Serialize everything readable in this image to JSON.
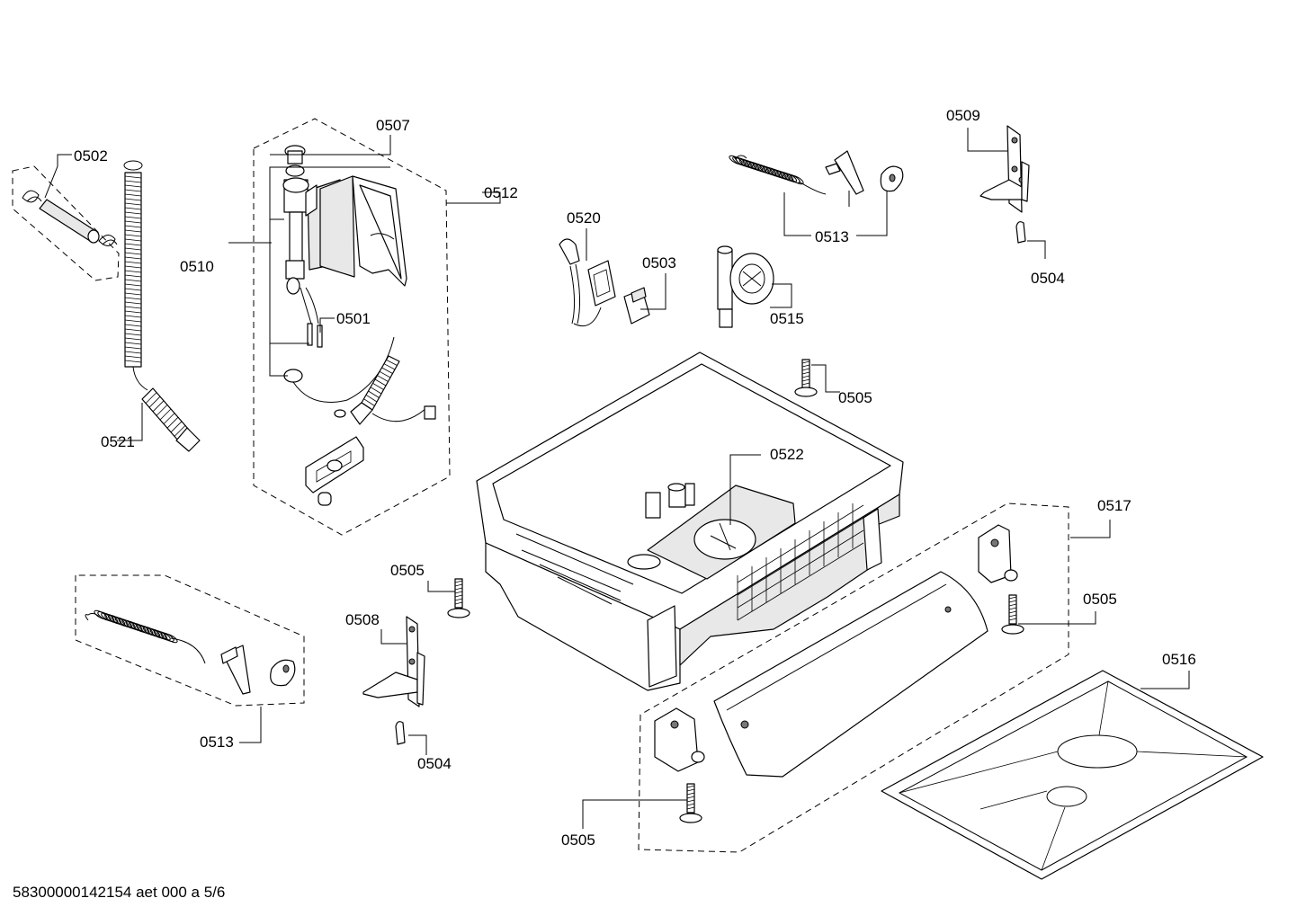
{
  "labels": {
    "l0502": "0502",
    "l0507": "0507",
    "l0512": "0512",
    "l0510": "0510",
    "l0501": "0501",
    "l0521": "0521",
    "l0520": "0520",
    "l0503": "0503",
    "l0513_top": "0513",
    "l0515": "0515",
    "l0509": "0509",
    "l0504_top": "0504",
    "l0505_top": "0505",
    "l0522": "0522",
    "l0517": "0517",
    "l0505_left": "0505",
    "l0508": "0508",
    "l0505_right": "0505",
    "l0516": "0516",
    "l0513_bottom": "0513",
    "l0504_bottom": "0504",
    "l0505_bottom": "0505"
  },
  "document_id": "58300000142154 aet 000 a 5/6"
}
